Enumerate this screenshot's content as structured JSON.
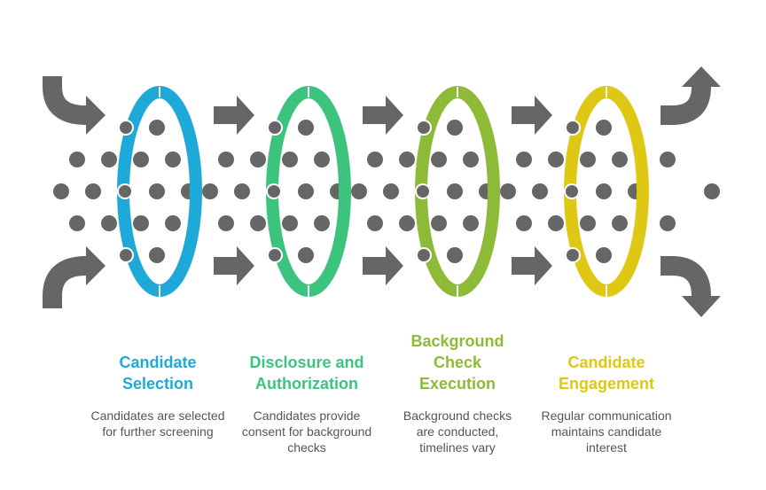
{
  "colors": {
    "arrow": "#666666",
    "dot": "#666666"
  },
  "stages": [
    {
      "title": "Candidate Selection",
      "description": "Candidates are selected for further screening",
      "color": "#1EA9D8"
    },
    {
      "title": "Disclosure and Authorization",
      "description": "Candidates provide consent for background checks",
      "color": "#3CC47F"
    },
    {
      "title": "Background Check Execution",
      "description": "Background checks are conducted, timelines vary",
      "color": "#8DBB37"
    },
    {
      "title": "Candidate Engagement",
      "description": "Regular communication maintains candidate interest",
      "color": "#DEC814"
    }
  ]
}
